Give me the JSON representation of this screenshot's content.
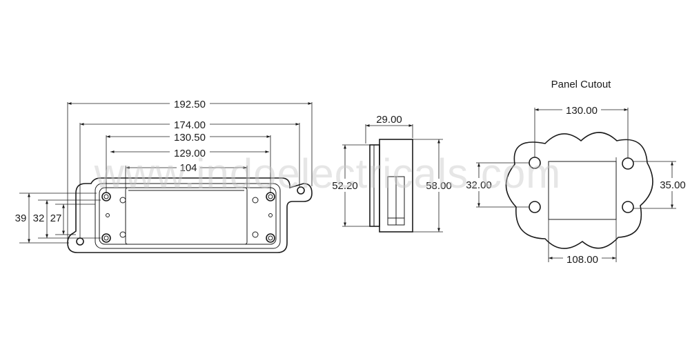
{
  "colors": {
    "line": "#1a1a1a",
    "watermark": "#c8c8c8",
    "background": "#ffffff"
  },
  "front_view": {
    "width_overall": "192.50",
    "width_body": "174.00",
    "mount_centers_outer": "130.50",
    "mount_centers_inner": "129.00",
    "window_width": "104",
    "height_overall": "39",
    "height_mid": "32",
    "height_inner": "27"
  },
  "side_view": {
    "depth": "29.00",
    "height_front": "52.20",
    "height_back": "58.00"
  },
  "panel_cutout": {
    "title": "Panel Cutout",
    "hole_spacing_x": "130.00",
    "hole_spacing_y_left": "32.00",
    "hole_spacing_y_right": "35.00",
    "cutout_width": "108.00"
  },
  "watermark": "www.indoelectricals.com"
}
